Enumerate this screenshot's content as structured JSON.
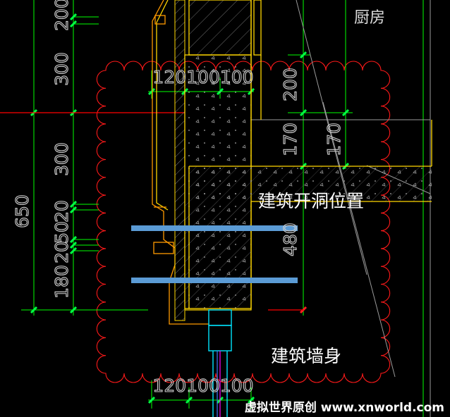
{
  "labels": {
    "room": "厨房",
    "opening": "建筑开洞位置",
    "wall": "建筑墙身"
  },
  "dimensions": {
    "left_outer": "650",
    "left_col": [
      "200",
      "300",
      "300",
      "20",
      "50",
      "20",
      "180"
    ],
    "mid_col": [
      "200",
      "170"
    ],
    "right_col": [
      "170"
    ],
    "wall_480": "480",
    "top_run": "120100100",
    "bottom_run": "120100100"
  },
  "watermark": "虚拟世界原创 www.xnworld.com",
  "colors": {
    "background": "#000000",
    "dimension_line": "#00ff00",
    "tick": "#00ff44",
    "wall_outline": "#ffd700",
    "orange_wall": "#ff9a00",
    "red_lines": "#ff0000",
    "revision_cloud": "#ff1a1a",
    "blue_markers": "#5b9bd5",
    "cyan_frame": "#00e5ff",
    "grey_lines": "#9a9a9a",
    "magenta_line": "#ff00ff"
  }
}
